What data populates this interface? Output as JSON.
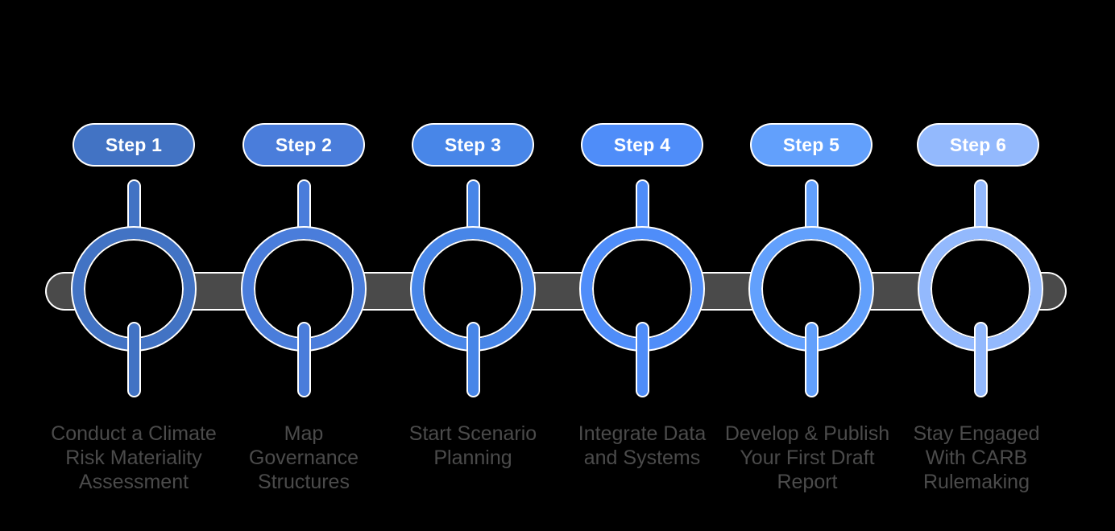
{
  "background_color": "#000000",
  "track": {
    "color": "#4a4a4a",
    "outline_color": "#ffffff"
  },
  "caption_color": "#4b4b4b",
  "steps": [
    {
      "pill_label": "Step 1",
      "caption": "Conduct a Climate\nRisk Materiality\nAssessment",
      "color": "#4273c4"
    },
    {
      "pill_label": "Step 2",
      "caption": "Map\nGovernance\nStructures",
      "color": "#4a7ddb"
    },
    {
      "pill_label": "Step 3",
      "caption": "Start Scenario\nPlanning",
      "color": "#4886e8"
    },
    {
      "pill_label": "Step 4",
      "caption": "Integrate Data\nand Systems",
      "color": "#4f8df9"
    },
    {
      "pill_label": "Step 5",
      "caption": "Develop & Publish\nYour First Draft\nReport",
      "color": "#62a0fc"
    },
    {
      "pill_label": "Step 6",
      "caption": "Stay Engaged\nWith CARB\nRulemaking",
      "color": "#93b9fd"
    }
  ]
}
